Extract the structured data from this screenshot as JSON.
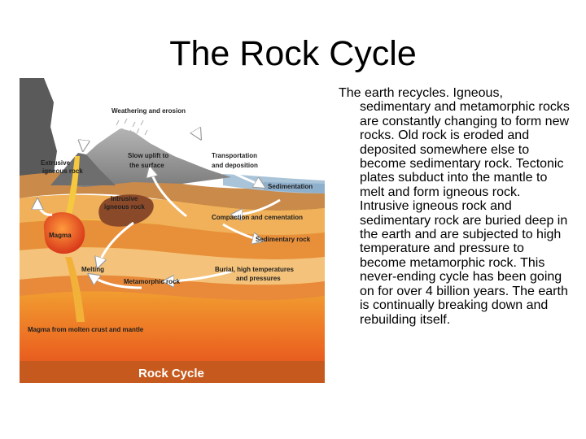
{
  "slide": {
    "title": "The Rock Cycle",
    "body": "The earth recycles.  Igneous, sedimentary and metamorphic rocks are constantly changing to form new rocks.  Old rock is eroded and deposited somewhere else to become sedimentary rock.  Tectonic plates subduct into the mantle to melt and form igneous rock.  Intrusive igneous rock and sedimentary rock are buried deep in the earth and are subjected to high temperature and pressure to become metamorphic rock.  This never-ending cycle has been going on for over 4 billion years.  The earth is continually breaking down and rebuilding itself."
  },
  "diagram": {
    "caption": "Rock Cycle",
    "labels": {
      "weathering": "Weathering and erosion",
      "extrusive_1": "Extrusive",
      "extrusive_2": "igneous rock",
      "uplift_1": "Slow uplift to",
      "uplift_2": "the surface",
      "transport_1": "Transportation",
      "transport_2": "and deposition",
      "sedimentation": "Sedimentation",
      "intrusive_1": "Intrusive",
      "intrusive_2": "igneous rock",
      "compaction": "Compaction and cementation",
      "magma": "Magma",
      "sedimentary": "Sedimentary rock",
      "melting": "Melting",
      "burial_1": "Burial, high temperatures",
      "burial_2": "and pressures",
      "metamorphic": "Metamorphic rock",
      "magma_source": "Magma from molten crust and mantle"
    }
  },
  "colors": {
    "sky": "#ffffff",
    "mountain": "#8a8a8a",
    "sediment_blue": "#a9c3d8",
    "layer_orange": "#e8933e",
    "layer_light": "#f4c27a",
    "magma_red": "#e8481c",
    "intrusion_brown": "#8a4a2a",
    "caption_bg": "#c65a1e"
  }
}
